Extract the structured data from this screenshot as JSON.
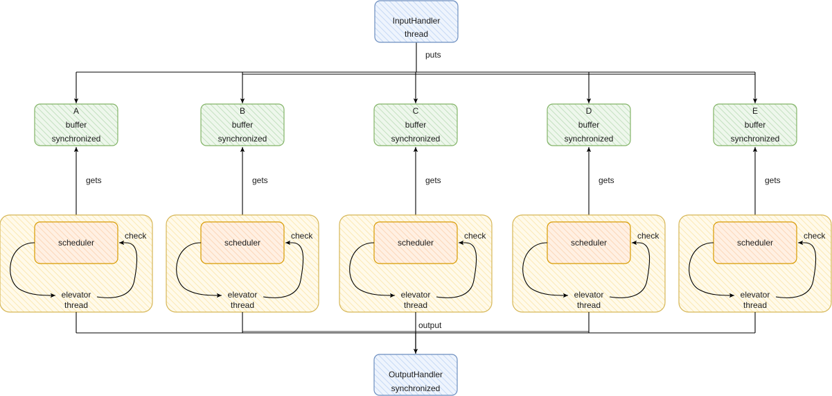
{
  "input_handler": {
    "line1": "InputHandler",
    "line2": "thread"
  },
  "output_handler": {
    "line1": "OutputHandler",
    "line2": "synchronized"
  },
  "labels": {
    "puts": "puts",
    "output": "output"
  },
  "units": [
    {
      "id": "A",
      "buffer_line1": "A",
      "buffer_line2": "buffer",
      "buffer_line3": "synchronized",
      "gets": "gets",
      "scheduler": "scheduler",
      "check": "check",
      "elevator_line1": "elevator",
      "elevator_line2": "thread"
    },
    {
      "id": "B",
      "buffer_line1": "B",
      "buffer_line2": "buffer",
      "buffer_line3": "synchronized",
      "gets": "gets",
      "scheduler": "scheduler",
      "check": "check",
      "elevator_line1": "elevator",
      "elevator_line2": "thread"
    },
    {
      "id": "C",
      "buffer_line1": "C",
      "buffer_line2": "buffer",
      "buffer_line3": "synchronized",
      "gets": "gets",
      "scheduler": "scheduler",
      "check": "check",
      "elevator_line1": "elevator",
      "elevator_line2": "thread"
    },
    {
      "id": "D",
      "buffer_line1": "D",
      "buffer_line2": "buffer",
      "buffer_line3": "synchronized",
      "gets": "gets",
      "scheduler": "scheduler",
      "check": "check",
      "elevator_line1": "elevator",
      "elevator_line2": "thread"
    },
    {
      "id": "E",
      "buffer_line1": "E",
      "buffer_line2": "buffer",
      "buffer_line3": "synchronized",
      "gets": "gets",
      "scheduler": "scheduler",
      "check": "check",
      "elevator_line1": "elevator",
      "elevator_line2": "thread"
    }
  ],
  "colors": {
    "handler_fill": "#dae8fc",
    "handler_stroke": "#6c8ebf",
    "buffer_fill": "#d5e8d4",
    "buffer_stroke": "#82b366",
    "container_fill": "#fff2cc",
    "container_stroke": "#d6b656",
    "scheduler_fill": "#ffe6cc",
    "scheduler_stroke": "#d79b00",
    "line": "#000000"
  }
}
